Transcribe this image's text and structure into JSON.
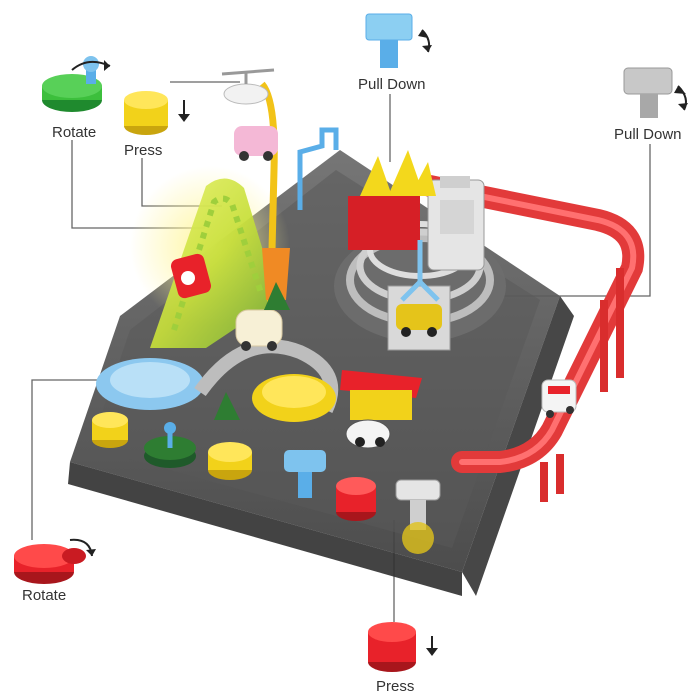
{
  "labels": {
    "rotate_top": "Rotate",
    "press_top": "Press",
    "pull_down_center": "Pull Down",
    "pull_down_right": "Pull Down",
    "rotate_bottom": "Rotate",
    "press_bottom": "Press"
  },
  "colors": {
    "green": "#3cbf3c",
    "yellow": "#f2d21a",
    "blue": "#7ec3ee",
    "gray": "#b5b5b5",
    "red": "#e8222a",
    "track_red": "#e23a3a",
    "base_gray": "#4c4c4c"
  },
  "icons": [
    "rotate-button-icon",
    "press-button-icon",
    "pull-down-lever-icon",
    "rotate-arrow-icon",
    "press-arrow-icon"
  ]
}
